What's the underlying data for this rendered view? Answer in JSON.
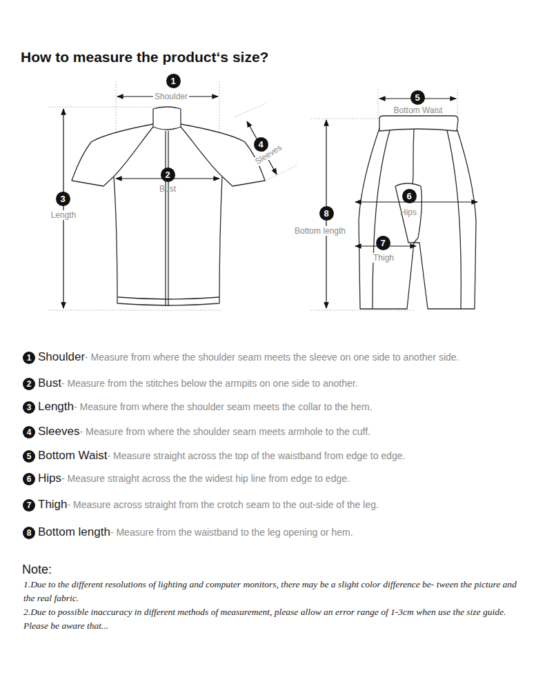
{
  "diagram": {
    "title": "How to measure the product‘s size?",
    "nodes": [
      {
        "text": [
          "1"
        ]
      },
      {
        "text": [
          "2"
        ]
      },
      {
        "text": [
          "3"
        ]
      },
      {
        "text": [
          "4"
        ]
      },
      {
        "text": [
          "5"
        ]
      },
      {
        "text": [
          "6"
        ]
      },
      {
        "text": [
          "7"
        ]
      },
      {
        "text": [
          "8"
        ]
      },
      {
        "text": [
          "1"
        ]
      },
      {
        "text": [
          "2"
        ]
      },
      {
        "text": [
          "3"
        ]
      },
      {
        "text": [
          "4"
        ]
      },
      {
        "text": [
          "5"
        ]
      },
      {
        "text": [
          "6"
        ]
      },
      {
        "text": [
          "7"
        ]
      },
      {
        "text": [
          "8"
        ]
      }
    ],
    "labels": [
      "Shoulder",
      "Bust",
      "Length",
      "Sleeves",
      "Bottom Waist",
      "Hips",
      "Bottom length",
      "Thigh",
      "Shoulder",
      "- Measure from where the shoulder seam meets the sleeve on one side to another side.",
      "Bust",
      "- Measure from the stitches below the armpits on one side to another.",
      "Length",
      "- Measure from where the shoulder seam meets the collar to the hem.",
      "Sleeves",
      "- Measure from where the shoulder seam meets armhole to the cuff.",
      "Bottom Waist",
      "- Measure straight across the top of the waistband from edge to edge.",
      "Hips",
      "- Measure straight across the the widest hip line from edge to edge.",
      "Thigh",
      "- Measure across straight from the crotch seam to the out-side of the leg.",
      "Bottom length",
      "- Measure from the waistband to the leg opening or hem.",
      "Note:",
      "1.Due to the different resolutions of lighting and computer monitors, there may be a slight color difference be- tween the picture and the real fabric.",
      "2.Due to possible inaccuracy in different methods of measurement, please allow an error range of 1-3cm when use the size guide.",
      "Please be aware that..."
    ]
  }
}
